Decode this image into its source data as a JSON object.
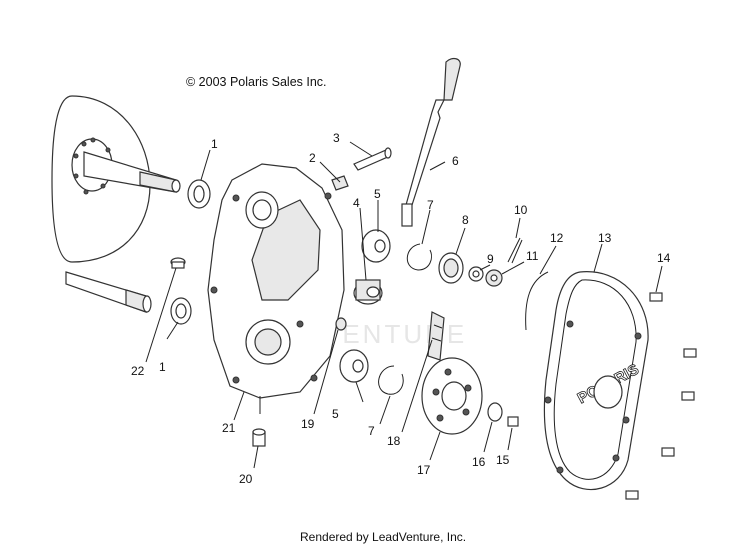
{
  "copyright": "© 2003 Polaris Sales Inc.",
  "footer": "Rendered by LeadVenture, Inc.",
  "watermark": "VENTURE",
  "brand_logo_text": "POLARIS",
  "callouts": [
    {
      "id": "c1a",
      "label": "1"
    },
    {
      "id": "c1b",
      "label": "1"
    },
    {
      "id": "c2",
      "label": "2"
    },
    {
      "id": "c3",
      "label": "3"
    },
    {
      "id": "c4",
      "label": "4"
    },
    {
      "id": "c5a",
      "label": "5"
    },
    {
      "id": "c5b",
      "label": "5"
    },
    {
      "id": "c6",
      "label": "6"
    },
    {
      "id": "c7a",
      "label": "7"
    },
    {
      "id": "c7b",
      "label": "7"
    },
    {
      "id": "c8",
      "label": "8"
    },
    {
      "id": "c9",
      "label": "9"
    },
    {
      "id": "c10",
      "label": "10"
    },
    {
      "id": "c11",
      "label": "11"
    },
    {
      "id": "c12",
      "label": "12"
    },
    {
      "id": "c13",
      "label": "13"
    },
    {
      "id": "c14",
      "label": "14"
    },
    {
      "id": "c15",
      "label": "15"
    },
    {
      "id": "c16",
      "label": "16"
    },
    {
      "id": "c17",
      "label": "17"
    },
    {
      "id": "c18",
      "label": "18"
    },
    {
      "id": "c19",
      "label": "19"
    },
    {
      "id": "c20",
      "label": "20"
    },
    {
      "id": "c21",
      "label": "21"
    },
    {
      "id": "c22",
      "label": "22"
    }
  ]
}
